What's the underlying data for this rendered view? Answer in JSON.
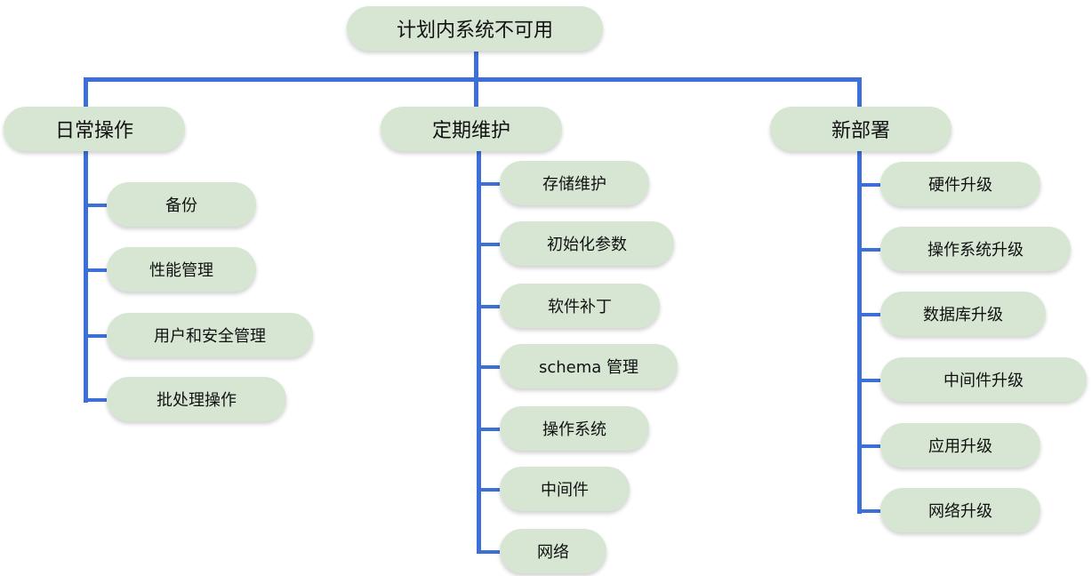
{
  "colors": {
    "node_fill": "#d6e6d3",
    "connector": "#3d6fd8",
    "text": "#111111"
  },
  "root": {
    "label": "计划内系统不可用"
  },
  "categories": [
    {
      "label": "日常操作",
      "children": [
        "备份",
        "性能管理",
        "用户和安全管理",
        "批处理操作"
      ]
    },
    {
      "label": "定期维护",
      "children": [
        "存储维护",
        "初始化参数",
        "软件补丁",
        "schema 管理",
        "操作系统",
        "中间件",
        "网络"
      ]
    },
    {
      "label": "新部署",
      "children": [
        "硬件升级",
        "操作系统升级",
        "数据库升级",
        "中间件升级",
        "应用升级",
        "网络升级"
      ]
    }
  ]
}
